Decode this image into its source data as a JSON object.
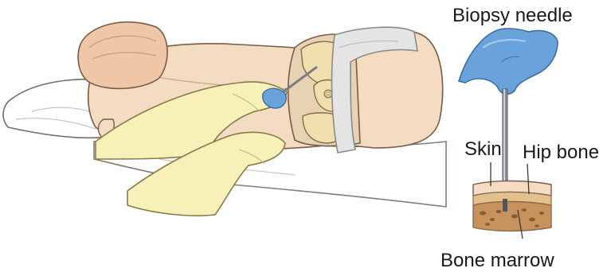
{
  "labels": {
    "needle": "Biopsy needle",
    "skin": "Skin",
    "hip_bone": "Hip bone",
    "bone_marrow": "Bone marrow"
  },
  "colors": {
    "skin_tone": "#f3dcc2",
    "outline": "#7a5a48",
    "glove": "#f7f0b8",
    "handle_blue": "#6aa2dc",
    "bone": "#efe0ad",
    "marrow": "#c8925c",
    "bandage": "#e4e4e4"
  }
}
